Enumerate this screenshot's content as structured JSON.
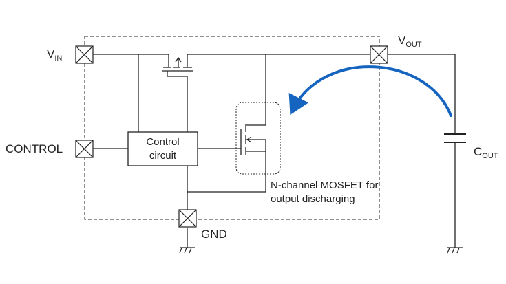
{
  "pins": {
    "vin": {
      "main": "V",
      "sub": "IN"
    },
    "vout": {
      "main": "V",
      "sub": "OUT"
    },
    "control": "CONTROL",
    "gnd": "GND"
  },
  "capacitor": {
    "main": "C",
    "sub": "OUT"
  },
  "control_block": {
    "line1": "Control",
    "line2": "circuit"
  },
  "mosfet_note": {
    "line1": "N-channel MOSFET for",
    "line2": "output discharging"
  },
  "colors": {
    "wire": "#222222",
    "arrow": "#1565c0"
  }
}
